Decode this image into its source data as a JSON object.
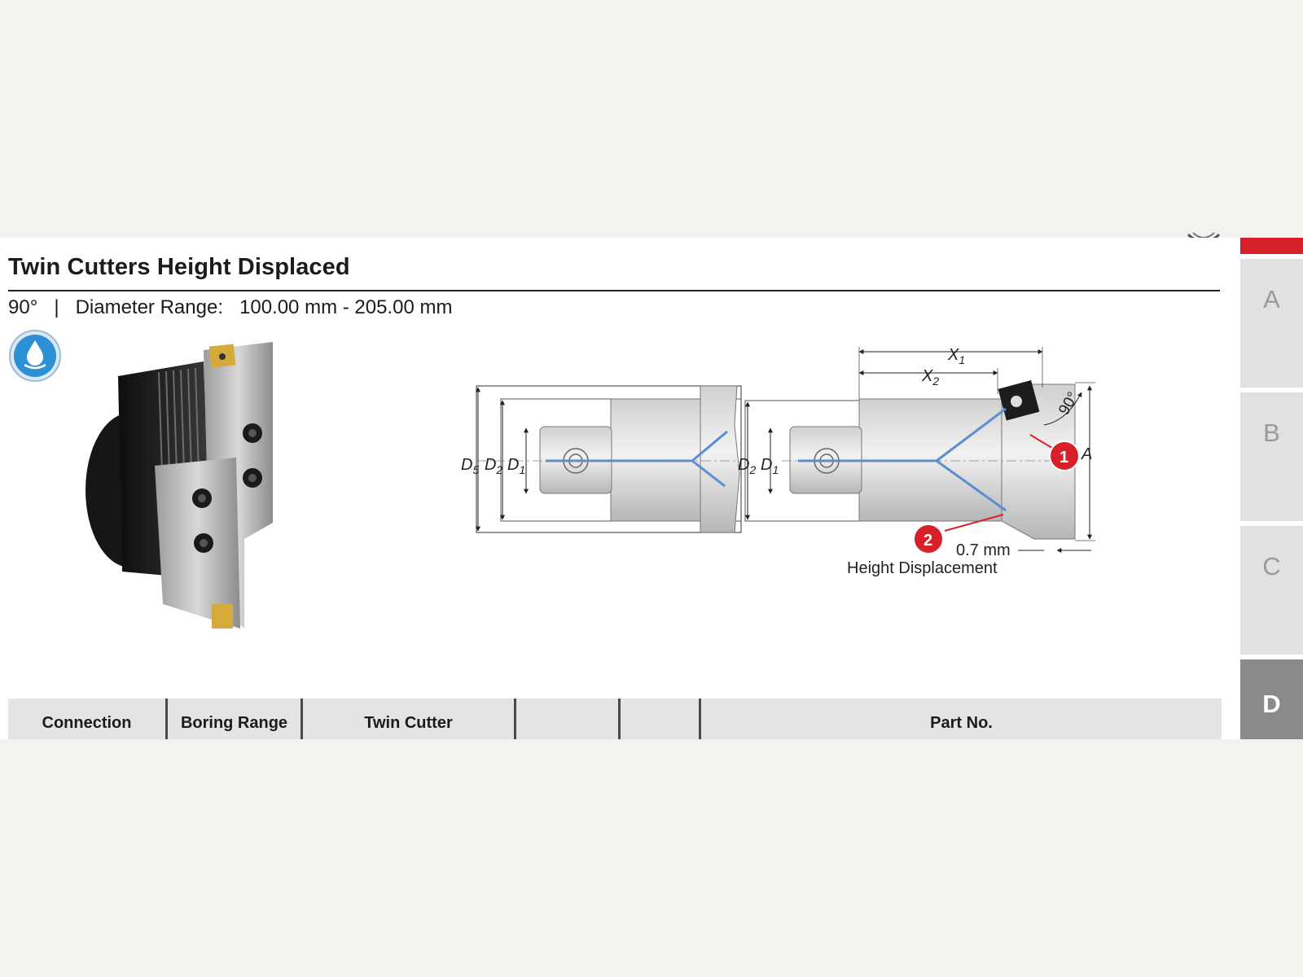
{
  "header": {
    "title": "Twin Cutters Height Displaced",
    "angle": "90°",
    "separator": "|",
    "range_label": "Diameter Range:",
    "range_value": "100.00 mm - 205.00 mm"
  },
  "icons": {
    "coolant": "water-drop-coolant-icon"
  },
  "drawing": {
    "labels": {
      "d5": "D5",
      "d2": "D2",
      "d1": "D1",
      "x1": "X1",
      "x2": "X2",
      "a": "A",
      "angle": "90°",
      "callout_1": "1",
      "callout_2": "2",
      "displacement_value": "0.7 mm",
      "displacement_label": "Height Displacement"
    }
  },
  "table": {
    "headers": [
      "Connection",
      "Boring Range",
      "Twin Cutter",
      "",
      "",
      "Part No."
    ]
  },
  "side_tabs": [
    "A",
    "B",
    "C",
    "D"
  ],
  "active_tab": "D",
  "colors": {
    "accent_red": "#d5202a",
    "axis_blue": "#5b8fd0",
    "callout_red": "#d7202a"
  }
}
